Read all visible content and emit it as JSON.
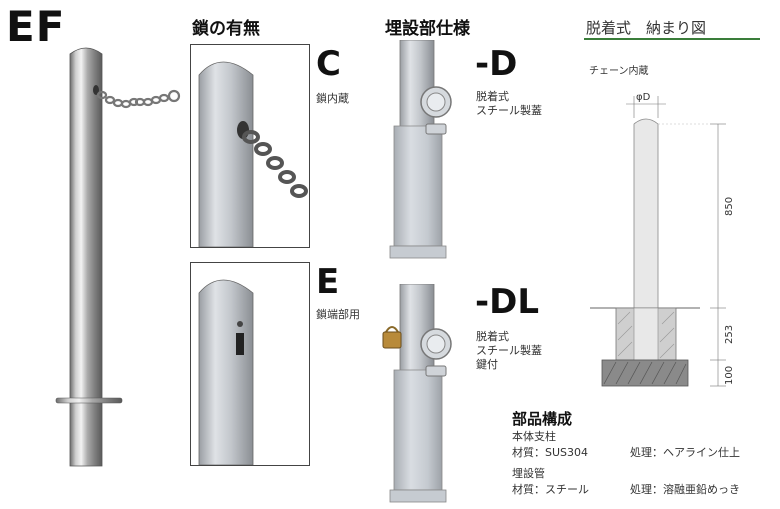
{
  "model": "EF",
  "chain_section": {
    "title": "鎖の有無",
    "option_c": {
      "code": "C",
      "label": "鎖内蔵"
    },
    "option_e": {
      "code": "E",
      "label": "鎖端部用"
    }
  },
  "burial_section": {
    "title": "埋設部仕様",
    "option_d": {
      "code": "-D",
      "line1": "脱着式",
      "line2": "スチール製蓋"
    },
    "option_dl": {
      "code": "-DL",
      "line1": "脱着式",
      "line2": "スチール製蓋",
      "line3": "鍵付"
    }
  },
  "diagram": {
    "title": "脱着式　納まり図",
    "subtitle": "チェーン内蔵",
    "dia_label": "φD",
    "dim_850": "850",
    "dim_253": "253",
    "dim_100": "100"
  },
  "parts": {
    "title": "部品構成",
    "item1_name": "本体支柱",
    "item1_material": "材質：SUS304",
    "item1_process": "処理：ヘアライン仕上",
    "item2_name": "埋設管",
    "item2_material": "材質：スチール",
    "item2_process": "処理：溶融亜鉛めっき"
  },
  "colors": {
    "title_underline": "#3a7d3a"
  }
}
